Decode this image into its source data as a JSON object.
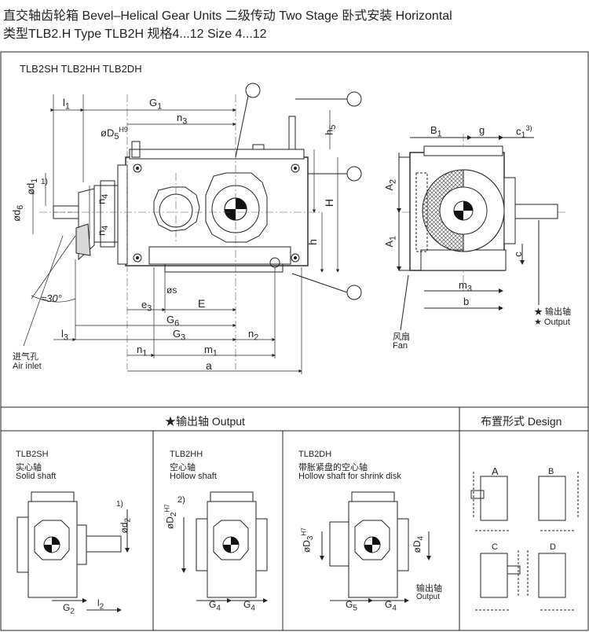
{
  "header": {
    "line1": "直交轴齿轮箱  Bevel–Helical Gear Units      二级传动  Two Stage     卧式安装  Horizontal",
    "line2": "类型TLB2.H     Type TLB2H    规格4...12 Size  4...12"
  },
  "main": {
    "types_label": "TLB2SH  TLB2HH  TLB2DH",
    "dims": {
      "l1": "l",
      "l1_sub": "1",
      "G1": "G",
      "G1_sub": "1",
      "n3": "n",
      "n3_sub": "3",
      "D5": "øD",
      "D5_sub": "5",
      "D5_sup": "H9",
      "h5": "h",
      "h5_sub": "5",
      "d1": "ød",
      "d1_sub": "1",
      "d1_note": "1)",
      "d6": "ød",
      "d6_sub": "6",
      "n4a": "n",
      "n4a_sub": "4",
      "n4b": "n",
      "n4b_sub": "4",
      "H": "H",
      "h": "h",
      "s": "øs",
      "angle": "≈30°",
      "e3": "e",
      "e3_sub": "3",
      "E": "E",
      "G6": "G",
      "G6_sub": "6",
      "l3": "l",
      "l3_sub": "3",
      "G3": "G",
      "G3_sub": "3",
      "n2": "n",
      "n2_sub": "2",
      "n1": "n",
      "n1_sub": "1",
      "m1": "m",
      "m1_sub": "1",
      "a": "a",
      "B1": "B",
      "B1_sub": "1",
      "g": "g",
      "c1": "c",
      "c1_sub": "1",
      "c1_note": "3)",
      "A2": "A",
      "A2_sub": "2",
      "A1": "A",
      "A1_sub": "1",
      "c": "c",
      "m3": "m",
      "m3_sub": "3",
      "b": "b"
    },
    "air_inlet_cn": "进气孔",
    "air_inlet_en": "Air  inlet",
    "fan_cn": "风扇",
    "fan_en": "Fan",
    "output_cn": "★ 输出轴",
    "output_en": "★ Output"
  },
  "bottom": {
    "output_title": "★输出轴 Output",
    "design_title": "布置形式 Design",
    "solid": {
      "type": "TLB2SH",
      "cn": "实心轴",
      "en": "Solid shaft",
      "note": "1)",
      "d2": "ød",
      "d2_sub": "2",
      "G2": "G",
      "G2_sub": "2",
      "l2": "l",
      "l2_sub": "2"
    },
    "hollow": {
      "type": "TLB2HH",
      "cn": "空心轴",
      "en": "Hollow shaft",
      "D2": "øD",
      "D2_sub": "2",
      "D2_sup": "H7",
      "note": "2)",
      "G4a": "G",
      "G4a_sub": "4",
      "G4b": "G",
      "G4b_sub": "4"
    },
    "shrink": {
      "type": "TLB2DH",
      "cn": "带胀紧盘的空心轴",
      "en": "Hollow shaft for shrink disk",
      "D3": "øD",
      "D3_sub": "3",
      "D3_sup": "H7",
      "D4": "øD",
      "D4_sub": "4",
      "G5": "G",
      "G5_sub": "5",
      "G4": "G",
      "G4_sub": "4",
      "out_cn": "输出轴",
      "out_en": "Output"
    },
    "designs": [
      "A",
      "B",
      "C",
      "D"
    ]
  }
}
